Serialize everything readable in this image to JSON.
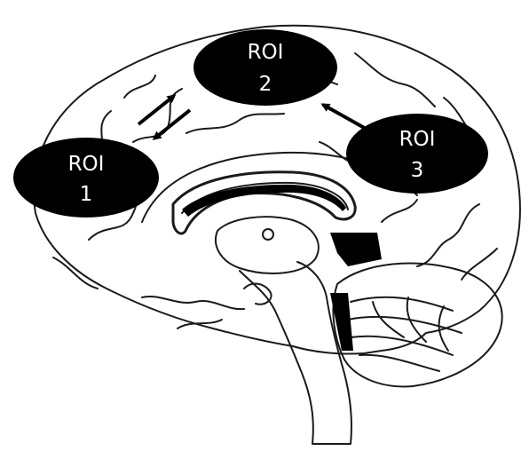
{
  "regions": [
    {
      "id": "roi-1",
      "line1": "ROI",
      "line2": "1"
    },
    {
      "id": "roi-2",
      "line1": "ROI",
      "line2": "2"
    },
    {
      "id": "roi-3",
      "line1": "ROI",
      "line2": "3"
    }
  ],
  "connections": [
    {
      "from": "roi-1",
      "to": "roi-2"
    },
    {
      "from": "roi-2",
      "to": "roi-1"
    },
    {
      "from": "roi-3",
      "to": "roi-2"
    }
  ],
  "colors": {
    "roi_fill": "#000000",
    "roi_text": "#ffffff",
    "outline": "#1a1a1a",
    "arrow": "#000000"
  }
}
